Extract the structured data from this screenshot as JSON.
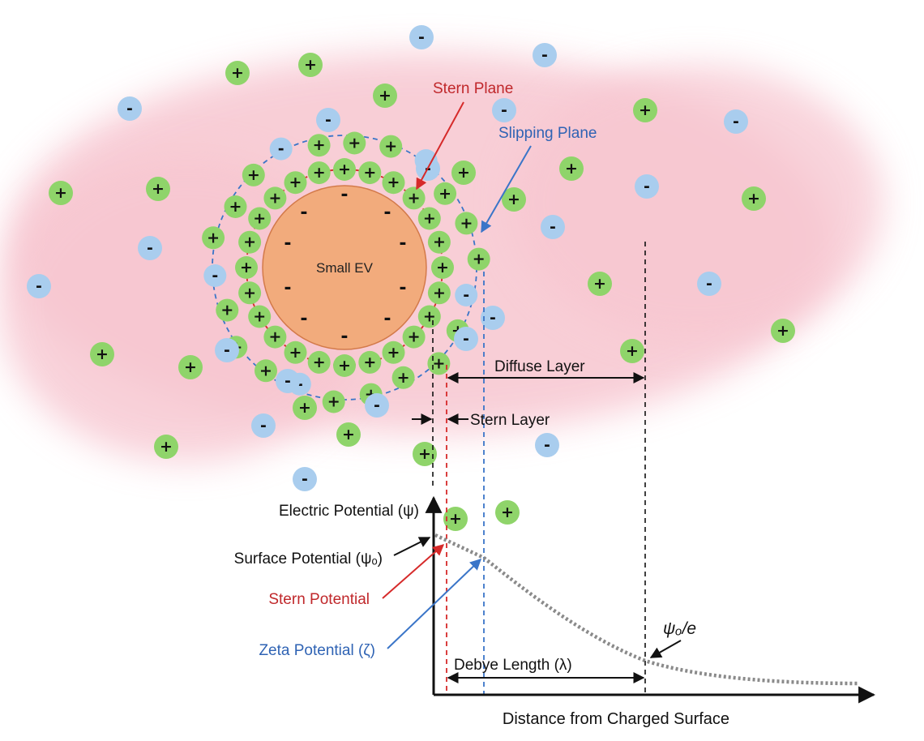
{
  "labels": {
    "core": "Small EV",
    "stern_plane": "Stern Plane",
    "slipping_plane": "Slipping Plane",
    "diffuse_layer": "Diffuse Layer",
    "stern_layer": "Stern Layer",
    "electric_potential": "Electric Potential (ψ)",
    "surface_potential": "Surface Potential (ψₒ)",
    "stern_potential": "Stern Potential",
    "zeta_potential": "Zeta Potential (ζ)",
    "psi_over_e": "ψₒ/e",
    "debye_length": "Debye Length (λ)",
    "x_axis": "Distance from Charged Surface"
  },
  "ion_signs": {
    "positive": "+",
    "negative": "-"
  },
  "colors": {
    "background_cloud": "#f7c6d0",
    "core_fill": "#f2ab7c",
    "core_stroke": "#d37a4a",
    "positive_ion": "#8fd46a",
    "negative_ion": "#a9cdee",
    "stern": "#d62a2a",
    "slipping": "#3a75c8",
    "stern_text": "#c0282b",
    "slipping_text": "#2f63b4",
    "guide": "#111111",
    "curve": "#8a8a8a"
  }
}
